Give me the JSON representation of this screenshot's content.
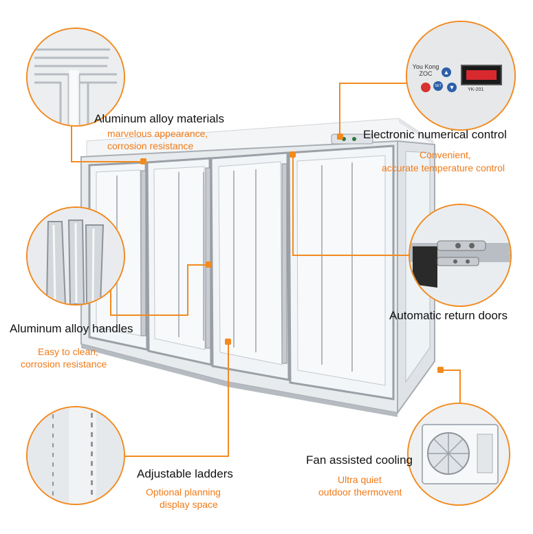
{
  "features": [
    {
      "title": "Aluminum alloy materials",
      "lines": [
        "marvelous appearance,",
        "corrosion resistance"
      ]
    },
    {
      "title": "Electronic numerical control",
      "lines": [
        "Convenient,",
        "accurate temperature control"
      ]
    },
    {
      "title": "Aluminum alloy handles",
      "lines": [
        "Easy to clean,",
        "corrosion resistance"
      ]
    },
    {
      "title": "Automatic return doors",
      "lines": []
    },
    {
      "title": "Adjustable ladders",
      "lines": [
        "Optional planning",
        "display space"
      ]
    },
    {
      "title": "Fan assisted cooling",
      "lines": [
        "Ultra quiet",
        "outdoor thermovent"
      ]
    }
  ],
  "controller": {
    "brand_line1": "You Kong",
    "brand_line2": "ZOC",
    "model": "YK-201",
    "set_label": "SET"
  },
  "colors": {
    "accent": "#f28a1e",
    "subtitle": "#f07a18",
    "title": "#111111",
    "frame": "#b9bec4"
  }
}
